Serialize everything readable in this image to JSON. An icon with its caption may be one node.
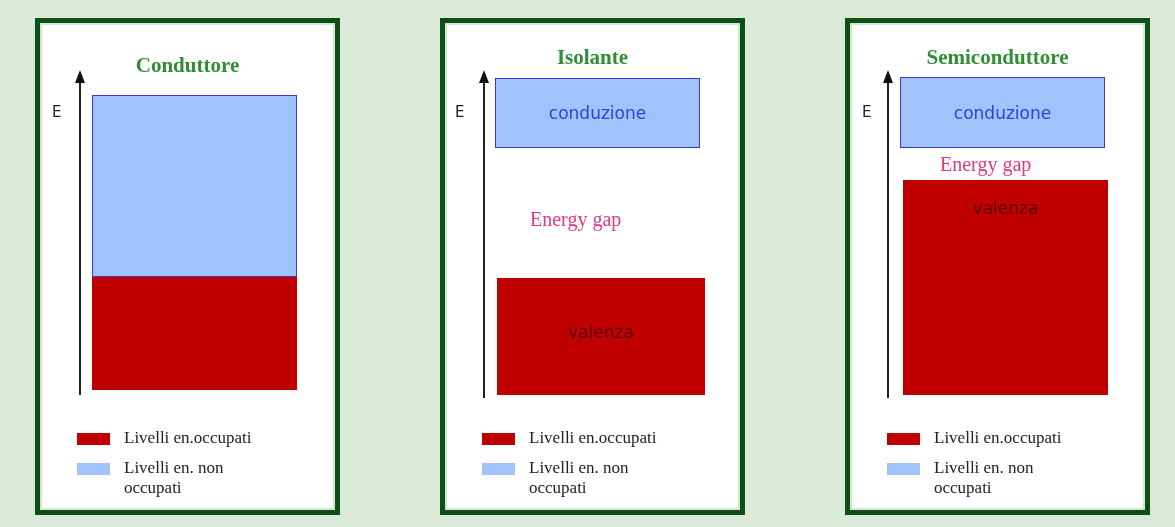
{
  "diagram": {
    "nodes": [
      {
        "text": [
          "Conduttore"
        ]
      },
      {
        "text": [],
        "shape": "box",
        "in": 0
      },
      {
        "text": [],
        "shape": "box",
        "in": 0
      },
      {
        "text": [
          "Isolante"
        ]
      },
      {
        "text": [
          "conduzione"
        ],
        "in": 3
      },
      {
        "text": [
          "valenza"
        ],
        "in": 3
      },
      {
        "text": [
          "Semiconduttore"
        ]
      },
      {
        "text": [
          "conduzione"
        ],
        "in": 6
      },
      {
        "text": [
          "valenza"
        ],
        "in": 6
      }
    ],
    "edges": [],
    "labels": [
      "E",
      "E",
      "Energy gap",
      "E",
      "Energy gap"
    ],
    "legend": [
      {
        "text": "Livelli en.occupati",
        "color": "#c00000"
      },
      {
        "text": "Livelli en. non occupati",
        "color": "#9fc3fa"
      },
      {
        "text": "Livelli en.occupati",
        "color": "#c00000"
      },
      {
        "text": "Livelli en. non occupati",
        "color": "#9fc3fa"
      },
      {
        "text": "Livelli en.occupati",
        "color": "#c00000"
      },
      {
        "text": "Livelli en. non occupati",
        "color": "#9fc3fa"
      }
    ]
  }
}
